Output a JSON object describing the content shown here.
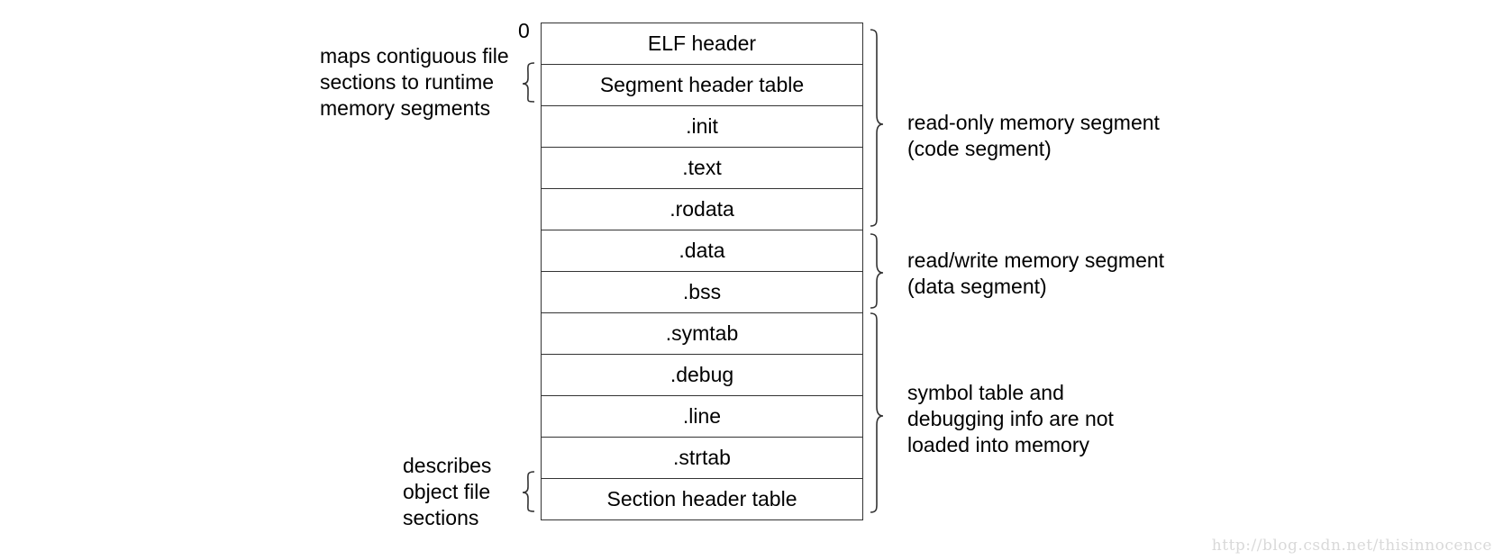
{
  "diagram": {
    "offset_label": "0",
    "sections": [
      "ELF header",
      "Segment header table",
      ".init",
      ".text",
      ".rodata",
      ".data",
      ".bss",
      ".symtab",
      ".debug",
      ".line",
      ".strtab",
      "Section header table"
    ],
    "left_annotations": {
      "segment_header": "maps contiguous file\nsections to runtime\nmemory segments",
      "section_header": "describes\nobject file\nsections"
    },
    "right_annotations": {
      "read_only": "read-only memory segment\n(code segment)",
      "read_write": "read/write memory segment\n(data segment)",
      "not_loaded": "symbol table and\ndebugging info are not\nloaded into memory"
    }
  },
  "watermark": "http://blog.csdn.net/thisinnocence"
}
